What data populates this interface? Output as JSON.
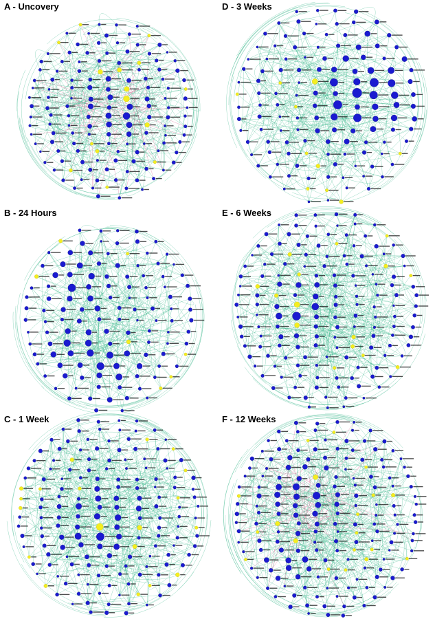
{
  "panels": [
    {
      "id": "A",
      "title": "A - Uncovery"
    },
    {
      "id": "D",
      "title": "D - 3 Weeks"
    },
    {
      "id": "B",
      "title": "B - 24 Hours"
    },
    {
      "id": "E",
      "title": "E - 6 Weeks"
    },
    {
      "id": "C",
      "title": "C - 1 Week"
    },
    {
      "id": "F",
      "title": "F - 12 Weeks"
    }
  ],
  "colors": {
    "node": "#1a1ad0",
    "node_stroke": "#0a0a70",
    "highlight_node": "#f4ee20",
    "edge": "#3cb88c",
    "edge_alt": "#d45a8a",
    "label": "#222222"
  }
}
